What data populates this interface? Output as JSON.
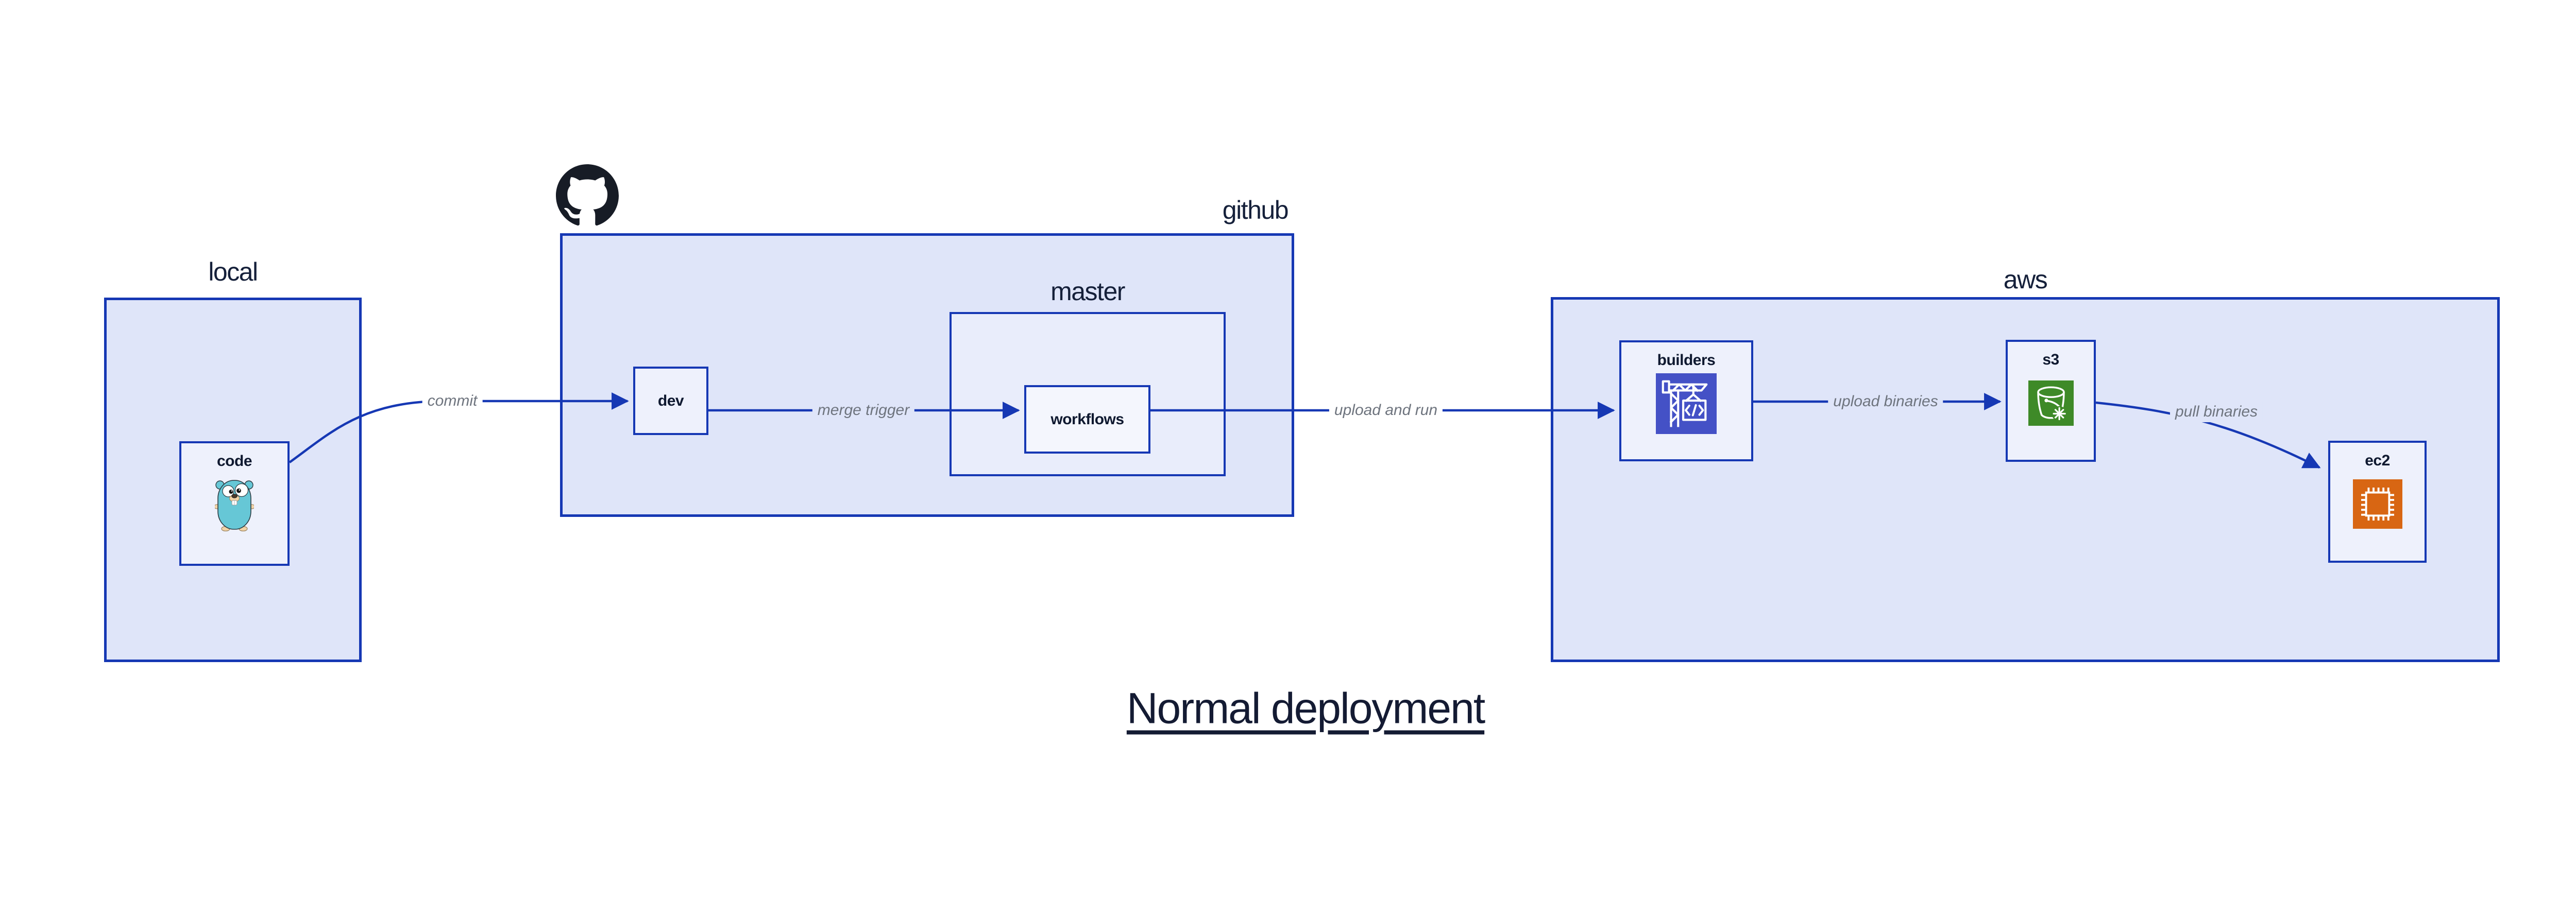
{
  "title": "Normal deployment",
  "containers": {
    "local": {
      "label": "local"
    },
    "github": {
      "label": "github"
    },
    "master": {
      "label": "master"
    },
    "aws": {
      "label": "aws"
    }
  },
  "nodes": {
    "code": {
      "label": "code",
      "icon": "go-gopher-icon"
    },
    "dev": {
      "label": "dev"
    },
    "workflows": {
      "label": "workflows"
    },
    "builders": {
      "label": "builders",
      "icon": "aws-codebuild-crane-icon"
    },
    "s3": {
      "label": "s3",
      "icon": "aws-s3-bucket-icon"
    },
    "ec2": {
      "label": "ec2",
      "icon": "aws-ec2-chip-icon"
    }
  },
  "edges": {
    "commit": {
      "label": "commit",
      "from": "code",
      "to": "dev"
    },
    "merge_trigger": {
      "label": "merge trigger",
      "from": "dev",
      "to": "workflows"
    },
    "upload_and_run": {
      "label": "upload and run",
      "from": "workflows",
      "to": "builders"
    },
    "upload_binaries": {
      "label": "upload binaries",
      "from": "builders",
      "to": "s3"
    },
    "pull_binaries": {
      "label": "pull binaries",
      "from": "s3",
      "to": "ec2"
    }
  },
  "icons": {
    "github_logo": "github-octocat-icon"
  },
  "colors": {
    "background": "#ffffff",
    "container_fill": "#dfe5f9",
    "master_fill": "#e9edfb",
    "node_fill": "#eef1fc",
    "workflows_fill": "#f4f6fd",
    "stroke_blue": "#1638b4",
    "text_navy": "#111a30",
    "edge_label_gray": "#6e747e",
    "codebuild_indigo": "#4451c6",
    "s3_green": "#3e8a28",
    "ec2_orange": "#d86613",
    "gopher_teal": "#66c7d6",
    "octocat_black": "#171c26"
  }
}
